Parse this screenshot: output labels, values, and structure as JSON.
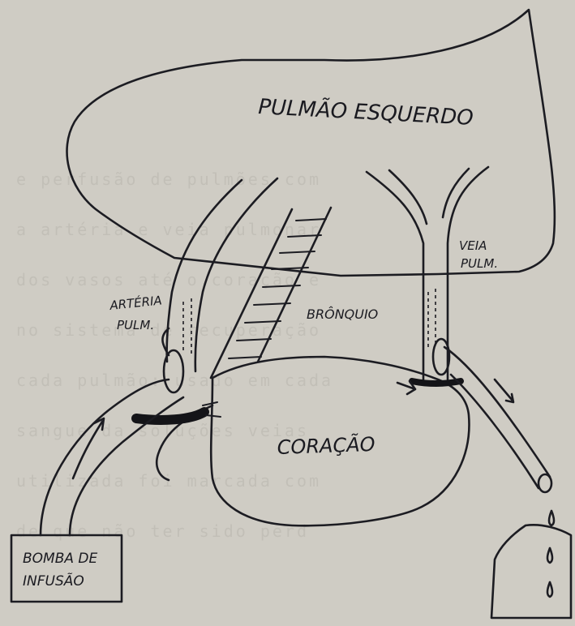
{
  "labels": {
    "lung": "PULMÃO ESQUERDO",
    "vein": [
      "VEIA",
      "PULM."
    ],
    "artery": [
      "ARTÉRIA",
      "PULM."
    ],
    "bronchus": "BRÔNQUIO",
    "heart": "CORAÇÃO",
    "pump": [
      "BOMBA DE",
      "INFUSÃO"
    ]
  }
}
